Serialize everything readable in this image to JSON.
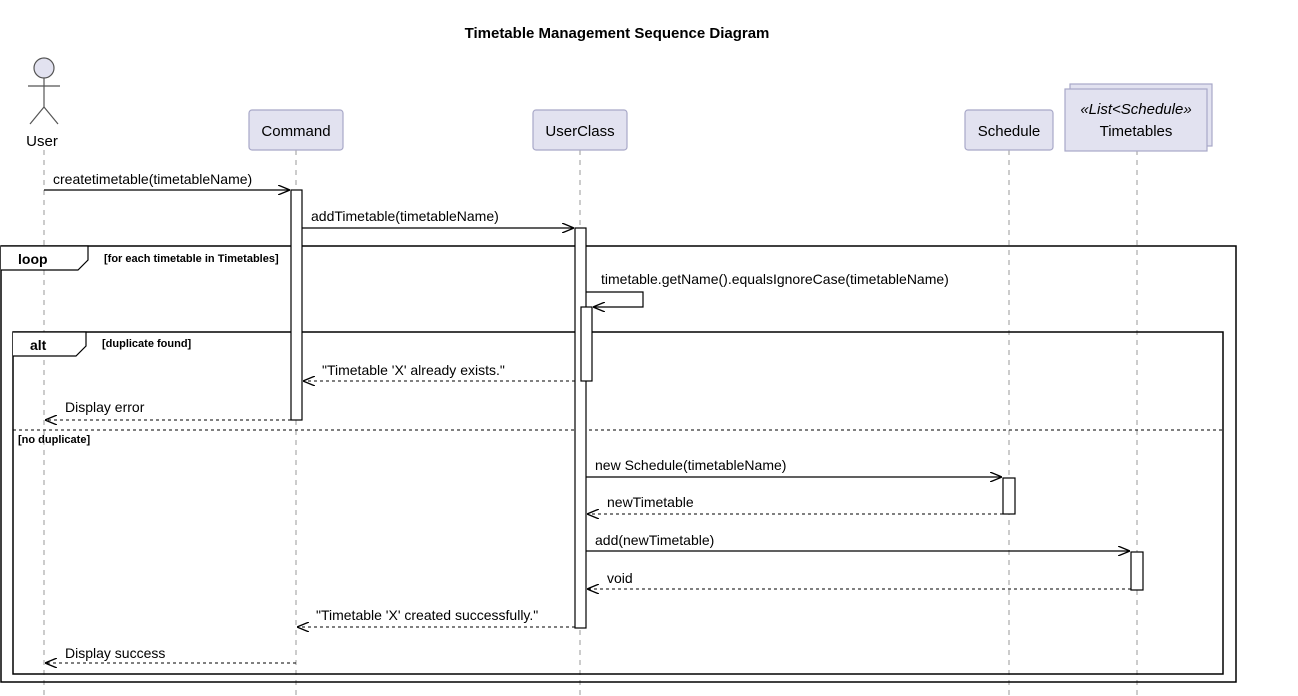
{
  "title": "Timetable Management Sequence Diagram",
  "participants": {
    "user": "User",
    "command": "Command",
    "userclass": "UserClass",
    "schedule": "Schedule",
    "timetables_stereotype": "«List<Schedule»",
    "timetables": "Timetables"
  },
  "frames": {
    "loop_keyword": "loop",
    "loop_guard": "[for each timetable in Timetables]",
    "alt_keyword": "alt",
    "alt_guard_1": "[duplicate found]",
    "alt_guard_2": "[no duplicate]"
  },
  "messages": {
    "m1": "createtimetable(timetableName)",
    "m2": "addTimetable(timetableName)",
    "m3": "timetable.getName().equalsIgnoreCase(timetableName)",
    "m4": "\"Timetable 'X' already exists.\"",
    "m5": "Display error",
    "m6": "new Schedule(timetableName)",
    "m7": "newTimetable",
    "m8": "add(newTimetable)",
    "m9": "void",
    "m10": "\"Timetable 'X' created successfully.\"",
    "m11": "Display success"
  },
  "colors": {
    "participant_fill": "#E2E2F0",
    "participant_stroke": "#A8A8C8",
    "lifeline": "#9a9a9a",
    "line": "#000000"
  }
}
